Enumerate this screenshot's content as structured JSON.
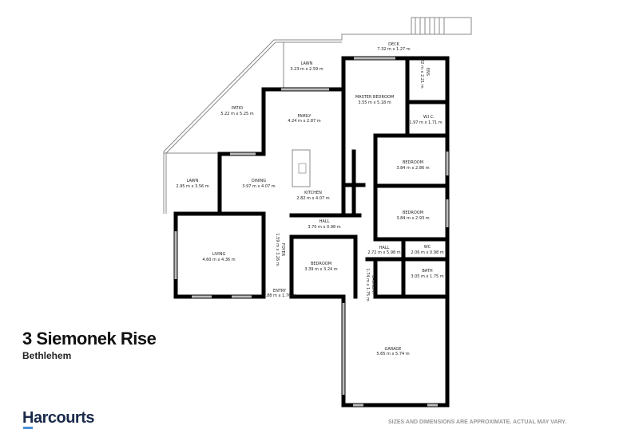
{
  "property": {
    "address": "3 Siemonek Rise",
    "suburb": "Bethlehem"
  },
  "brand": {
    "name": "Harcourts",
    "color": "#1b2a4a",
    "accent": "#4a90d9"
  },
  "disclaimer": "SIZES AND DIMENSIONS ARE APPROXIMATE. ACTUAL MAY VARY.",
  "rooms": [
    {
      "name": "DECK",
      "size": "7.32 m x 1.27 m"
    },
    {
      "name": "LAWN",
      "size": "3.23 m x 2.59 m"
    },
    {
      "name": "PATIO",
      "size": "5.22 m x 5.25 m"
    },
    {
      "name": "FAMILY",
      "size": "4.24 m x 2.87 m"
    },
    {
      "name": "MASTER BEDROOM",
      "size": "3.55 m x 5.18 m"
    },
    {
      "name": "ENS",
      "size": "1.82 m x 2.21 m"
    },
    {
      "name": "W.I.C.",
      "size": "1.97 m x 1.71 m"
    },
    {
      "name": "BEDROOM",
      "size": "3.84 m x 2.86 m"
    },
    {
      "name": "LAWN",
      "size": "2.95 m x 3.56 m"
    },
    {
      "name": "DINING",
      "size": "3.97 m x 4.07 m"
    },
    {
      "name": "KITCHEN",
      "size": "2.82 m x 4.07 m"
    },
    {
      "name": "BEDROOM",
      "size": "3.84 m x 2.93 m"
    },
    {
      "name": "HALL",
      "size": "3.70 m x 0.98 m"
    },
    {
      "name": "LIVING",
      "size": "4.60 m x 4.36 m"
    },
    {
      "name": "FOYER",
      "size": "1.59 m x 3.26 m"
    },
    {
      "name": "BEDROOM",
      "size": "3.39 m x 3.24 m"
    },
    {
      "name": "HALL",
      "size": "2.72 m x 5.98 m"
    },
    {
      "name": "WC",
      "size": "2.06 m x 0.98 m"
    },
    {
      "name": "BATH",
      "size": "3.05 m x 1.75 m"
    },
    {
      "name": "LAUNDRY",
      "size": "1.74 m x 1.75 m"
    },
    {
      "name": "ENTRY",
      "size": "1.88 m x 1.76 m"
    },
    {
      "name": "GARAGE",
      "size": "5.65 m x 5.74 m"
    }
  ]
}
